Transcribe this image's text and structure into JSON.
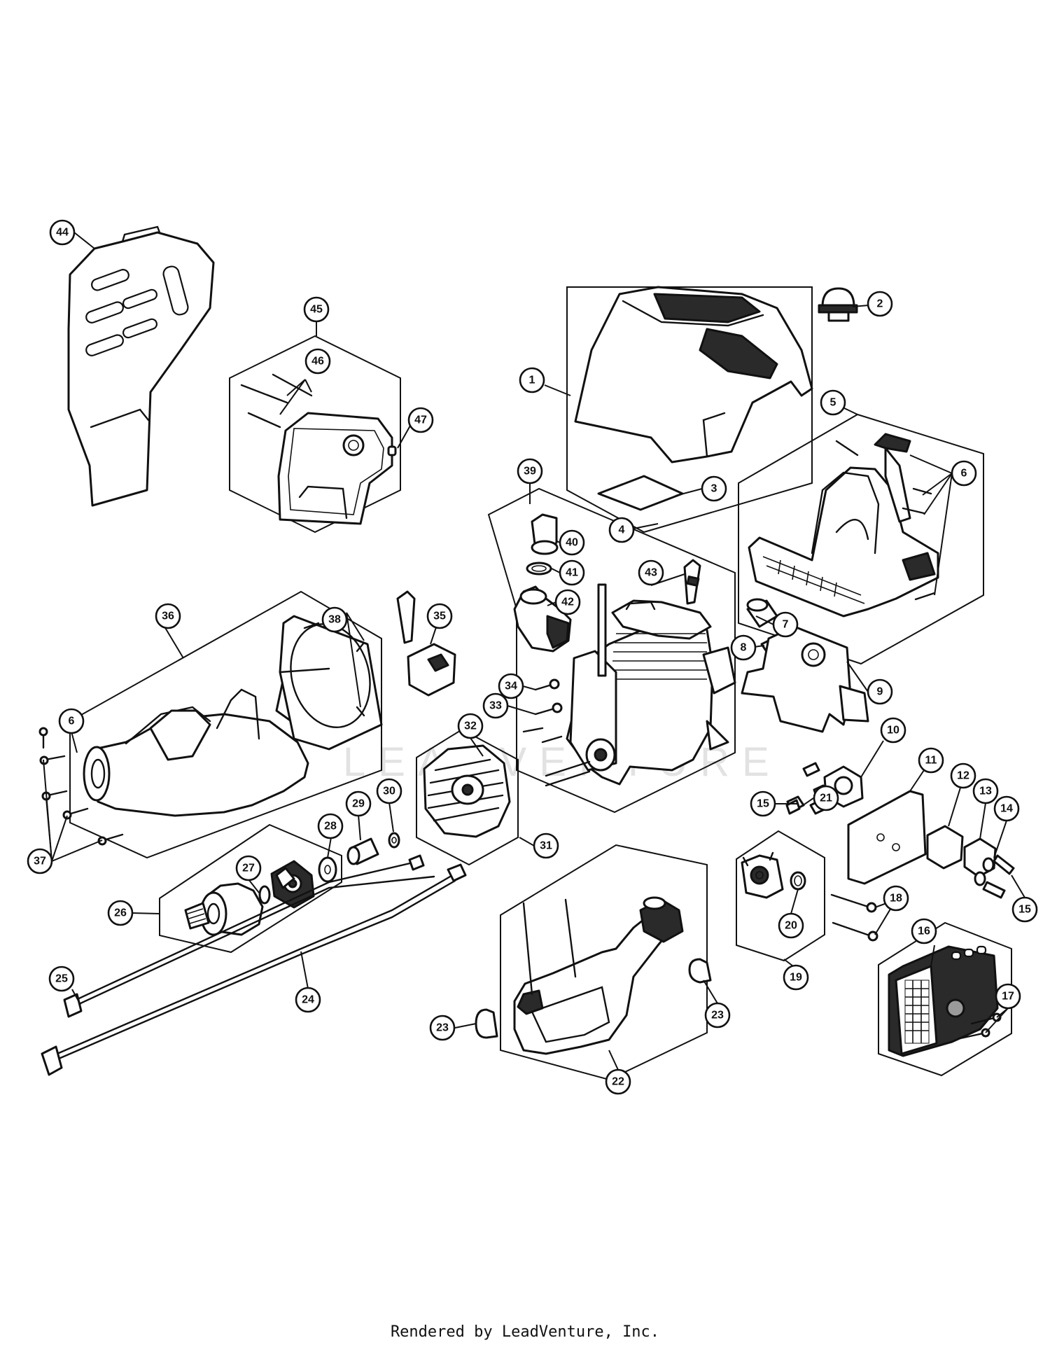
{
  "footer": {
    "credit": "Rendered by LeadVenture, Inc."
  },
  "watermark": {
    "text": "LEADVENTURE"
  },
  "callouts": [
    "1",
    "2",
    "3",
    "4",
    "5",
    "6",
    "6",
    "7",
    "8",
    "9",
    "10",
    "11",
    "12",
    "13",
    "14",
    "15",
    "15",
    "16",
    "17",
    "18",
    "19",
    "20",
    "21",
    "22",
    "23",
    "23",
    "24",
    "25",
    "26",
    "27",
    "28",
    "29",
    "30",
    "31",
    "32",
    "33",
    "34",
    "35",
    "36",
    "37",
    "38",
    "39",
    "40",
    "41",
    "42",
    "43",
    "44",
    "45",
    "46",
    "47"
  ]
}
